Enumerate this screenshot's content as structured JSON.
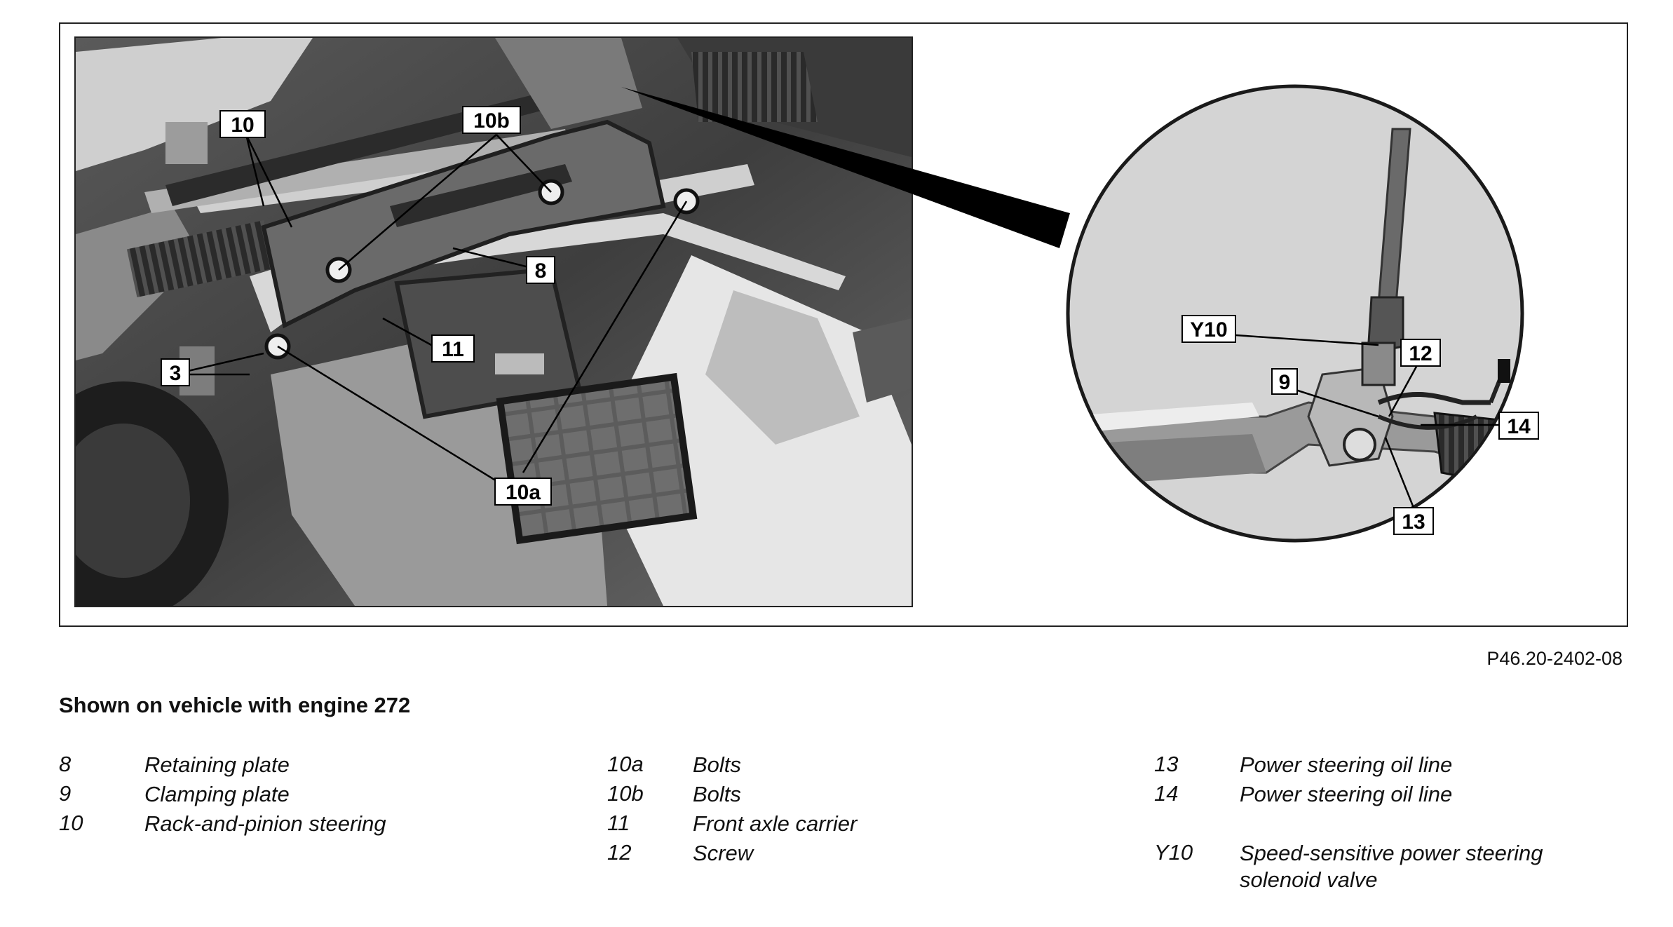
{
  "figure": {
    "code": "P46.20-2402-08",
    "callouts": {
      "c10": "10",
      "c10b": "10b",
      "c8": "8",
      "c11": "11",
      "c3": "3",
      "c10a": "10a",
      "cY10": "Y10",
      "c9": "9",
      "c12": "12",
      "c14": "14",
      "c13": "13"
    }
  },
  "caption": "Shown on vehicle with engine 272",
  "legend": {
    "col1": [
      {
        "num": "8",
        "desc": "Retaining plate"
      },
      {
        "num": "9",
        "desc": "Clamping plate"
      },
      {
        "num": "10",
        "desc": "Rack-and-pinion steering"
      }
    ],
    "col2": [
      {
        "num": "10a",
        "desc": "Bolts"
      },
      {
        "num": "10b",
        "desc": "Bolts"
      },
      {
        "num": "11",
        "desc": "Front axle carrier"
      },
      {
        "num": "12",
        "desc": "Screw"
      }
    ],
    "col3": [
      {
        "num": "13",
        "desc": "Power steering oil line"
      },
      {
        "num": "14",
        "desc": "Power steering oil line"
      },
      {
        "num": "Y10",
        "desc": "Speed-sensitive power steering solenoid valve"
      }
    ]
  }
}
